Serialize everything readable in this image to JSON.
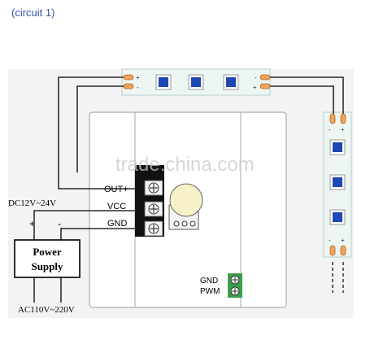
{
  "caption": "(circuit 1)",
  "watermark": "trade.china.com",
  "controller": {
    "terminal_out": "OUT+",
    "terminal_vcc": "VCC",
    "terminal_gnd": "GND",
    "pwm_gnd": "GND",
    "pwm_label": "PWM"
  },
  "supply": {
    "input_voltage": "DC12V~24V",
    "plus": "+",
    "minus": "-",
    "line1": "Power",
    "line2": "Supply",
    "ac_voltage": "AC110V~220V"
  },
  "strip_top": {
    "left_plus": "+",
    "left_minus": "-",
    "right_minus": "-",
    "right_plus": "+"
  },
  "strip_right": {
    "top_minus": "-",
    "top_plus": "+",
    "bottom_minus": "-",
    "bottom_plus": "+"
  },
  "colors": {
    "caption": "#3355a8",
    "led_blue": "#1d47b3",
    "strip_bg": "#eef6f4",
    "pad": "#f2a35a",
    "terminal_green": "#3aa14a"
  }
}
